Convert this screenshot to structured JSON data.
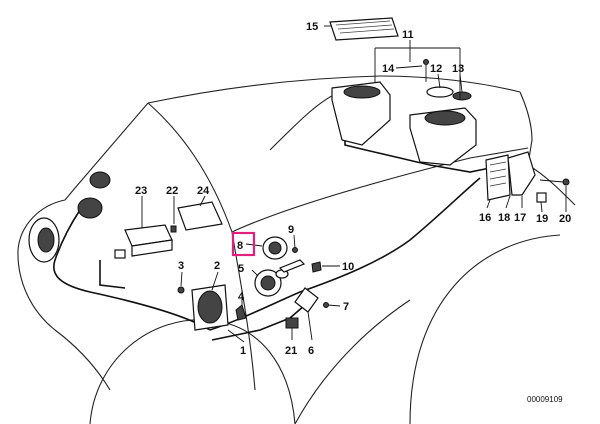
{
  "labels": {
    "p1": "1",
    "p2": "2",
    "p3": "3",
    "p4": "4",
    "p5": "5",
    "p6": "6",
    "p7": "7",
    "p8": "8",
    "p9": "9",
    "p10": "10",
    "p11": "11",
    "p12": "12",
    "p13": "13",
    "p14": "14",
    "p15": "15",
    "p16": "16",
    "p17": "17",
    "p18": "18",
    "p19": "19",
    "p20": "20",
    "p21": "21",
    "p22": "22",
    "p23": "23",
    "p24": "24"
  },
  "reference_number": "00009109",
  "colors": {
    "highlight": "#e0207a",
    "line": "#111111"
  }
}
